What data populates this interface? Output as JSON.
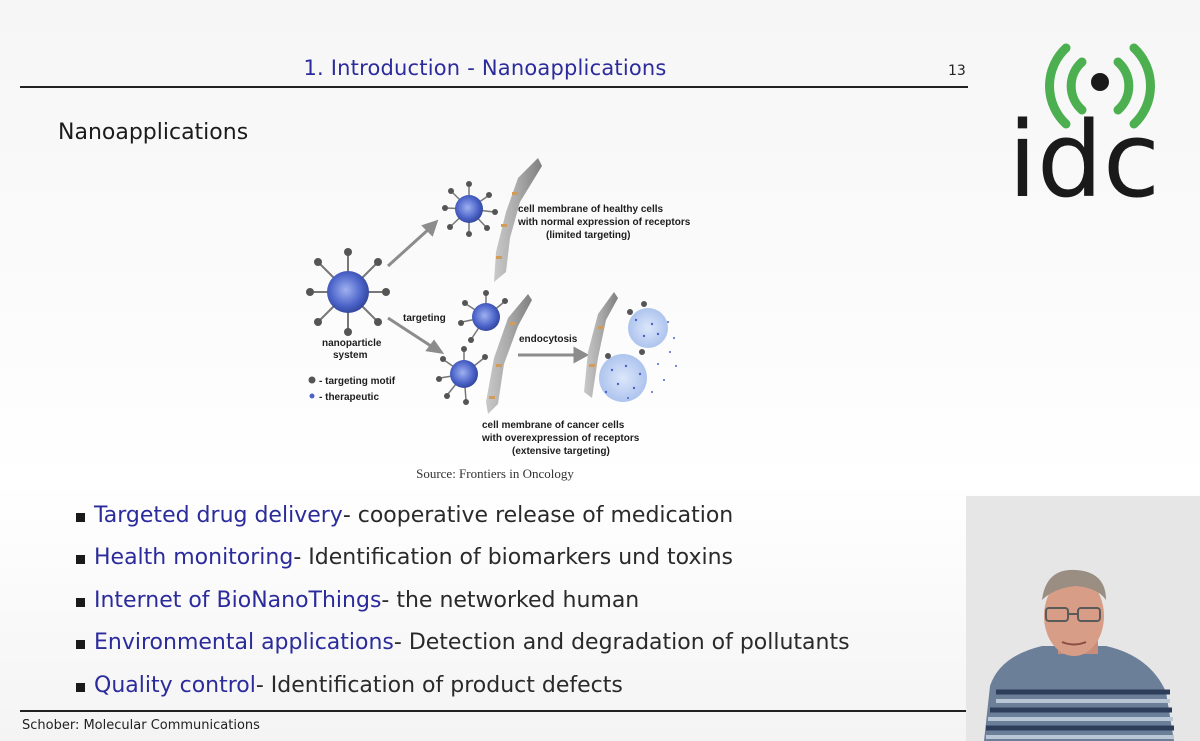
{
  "header": {
    "title": "1. Introduction - Nanoapplications",
    "page_number": "13"
  },
  "section_title": "Nanoapplications",
  "figure": {
    "labels": {
      "healthy_membrane": [
        "cell membrane of healthy cells",
        "with normal expression of receptors",
        "(limited targeting)"
      ],
      "targeting": "targeting",
      "endocytosis": "endocytosis",
      "nanoparticle_system": [
        "nanoparticle",
        "system"
      ],
      "legend_targeting_motif": "- targeting motif",
      "legend_therapeutic": "- therapeutic",
      "cancer_membrane": [
        "cell membrane of cancer cells",
        "with overexpression of receptors",
        "(extensive targeting)"
      ]
    },
    "source": "Source: Frontiers in Oncology"
  },
  "bullets": [
    {
      "head": "Targeted drug delivery",
      "rest": " - cooperative release of medication"
    },
    {
      "head": "Health monitoring",
      "rest": " - Identification of biomarkers und toxins"
    },
    {
      "head": "Internet of BioNanoThings",
      "rest": " - the networked human"
    },
    {
      "head": "Environmental applications",
      "rest": " - Detection and degradation of pollutants"
    },
    {
      "head": "Quality control",
      "rest": " - Identification of product defects"
    }
  ],
  "footer": {
    "text": "Schober: Molecular Communications"
  },
  "logo": {
    "text": "idc",
    "signal_color": "#4caf50",
    "text_color": "#1a1a1a"
  },
  "colors": {
    "accent": "#2b2b9c",
    "text": "#2a2a2a",
    "nanoparticle": "#4b63c9"
  }
}
